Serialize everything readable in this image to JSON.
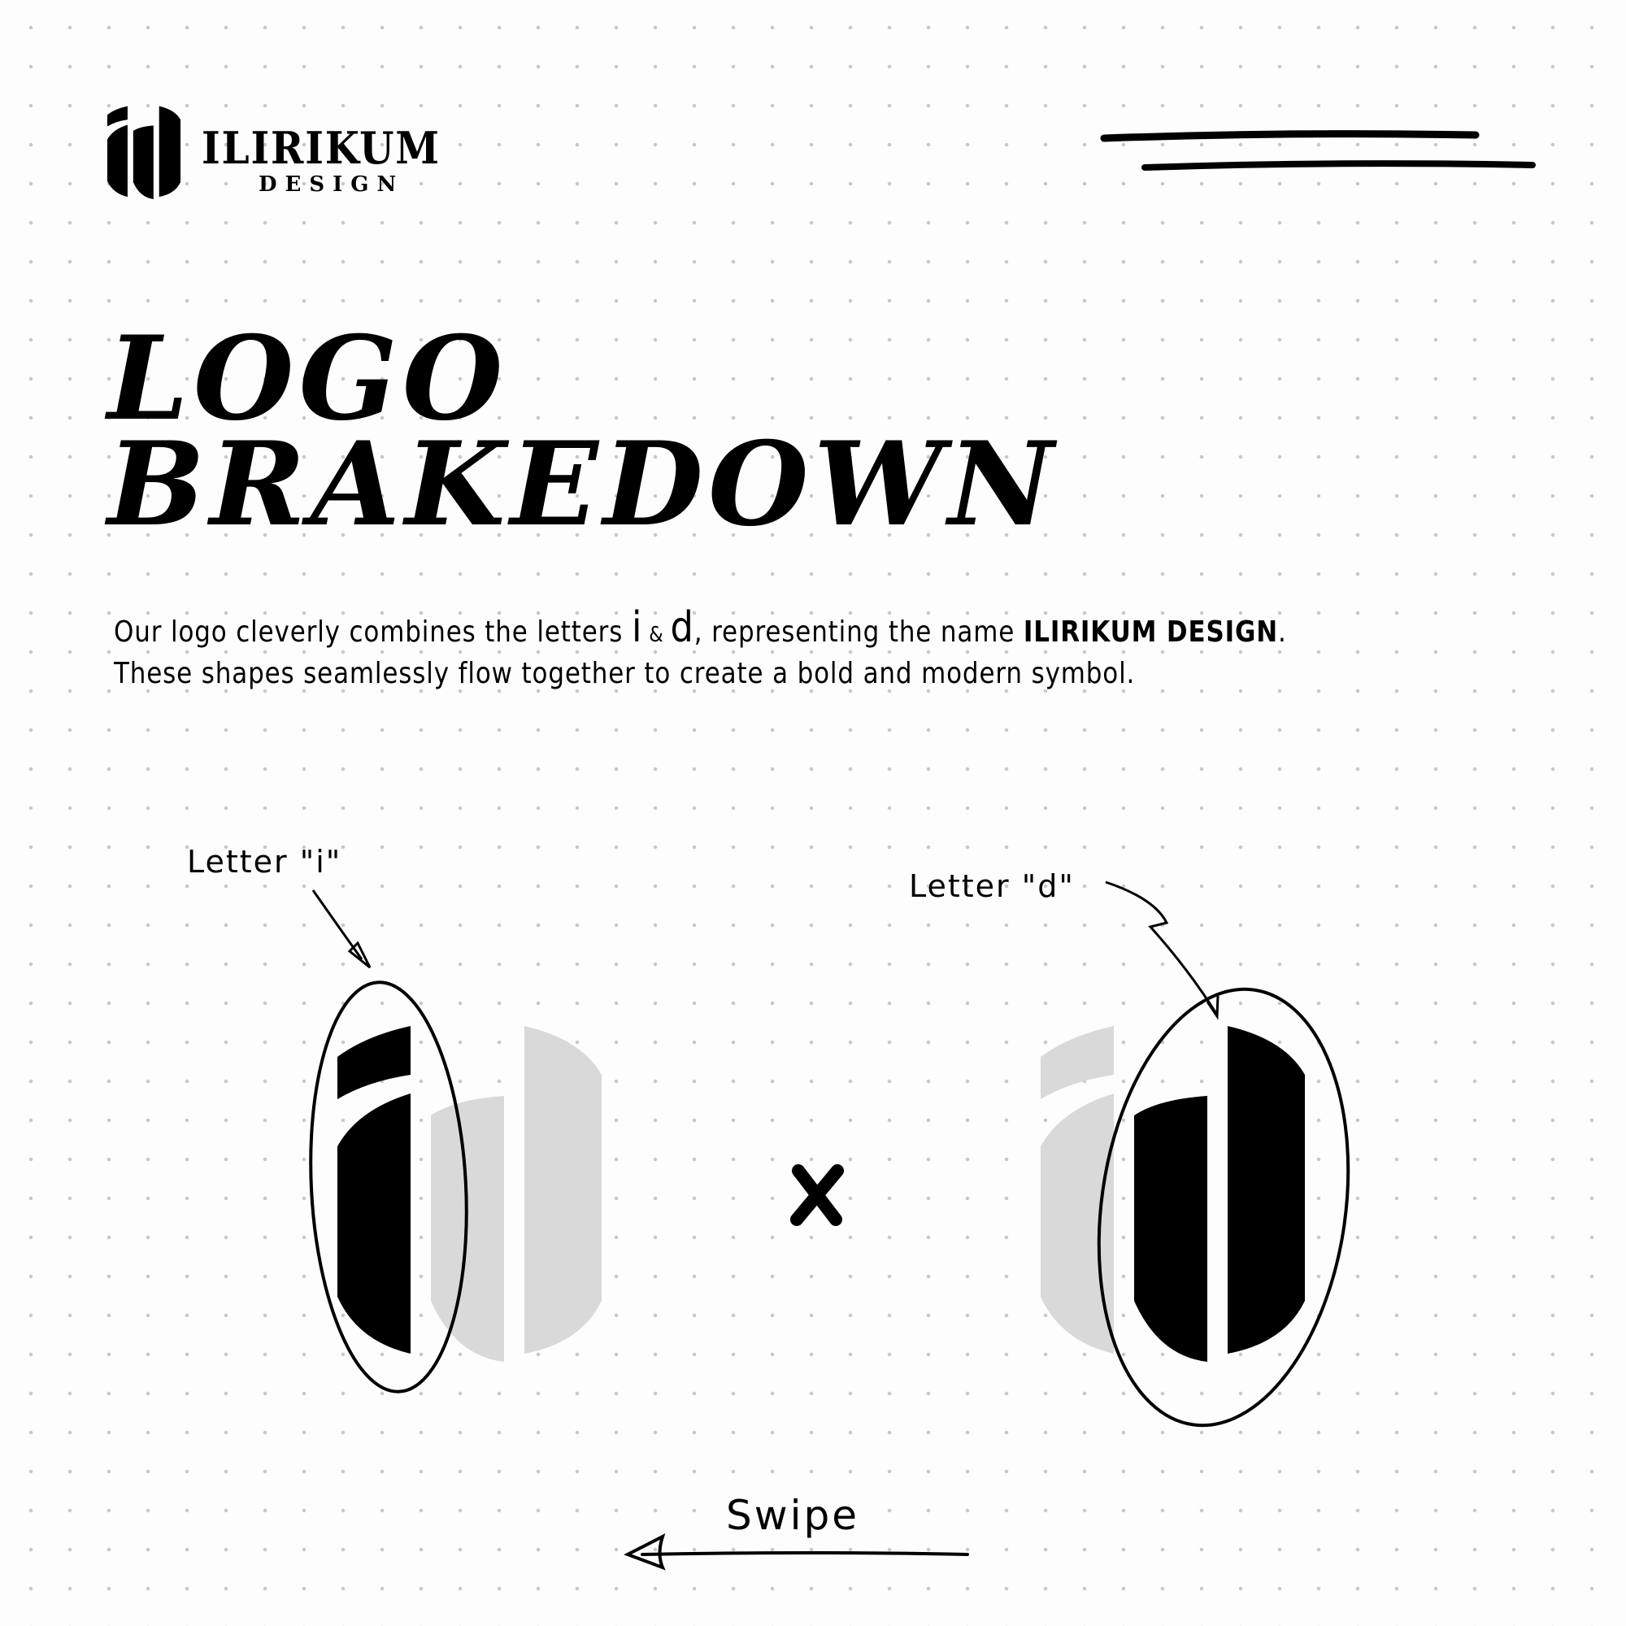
{
  "brand": {
    "name": "ILIRIKUM",
    "sub": "DESIGN"
  },
  "title": {
    "line1": "LOGO",
    "line2": "BRAKEDOWN"
  },
  "description": {
    "line1_a": "Our logo cleverly combines the letters ",
    "letter_i": "i",
    "amp": " & ",
    "letter_d": "d",
    "line1_b": ", representing the name ",
    "name": "ILIRIKUM DESIGN",
    "period": ".",
    "line2": "These shapes seamlessly flow together to create a bold and modern symbol."
  },
  "labels": {
    "letter_i": "Letter \"i\"",
    "letter_d": "Letter \"d\"",
    "swipe": "Swipe"
  },
  "colors": {
    "ink": "#000000",
    "ghost": "#d9d9d9"
  }
}
